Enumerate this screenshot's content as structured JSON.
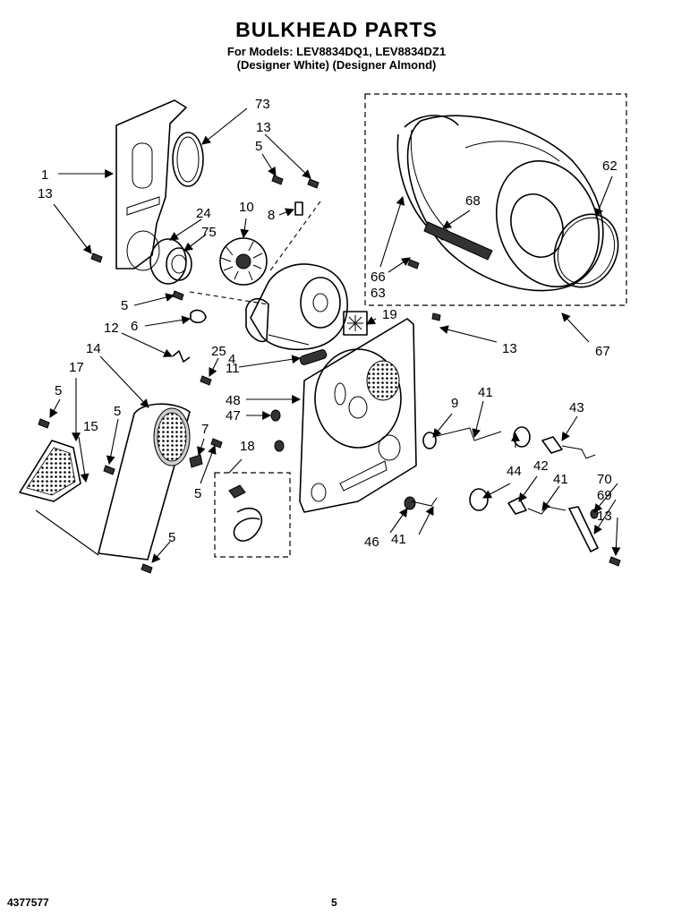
{
  "header": {
    "title": "BULKHEAD PARTS",
    "models_line": "For Models: LEV8834DQ1, LEV8834DZ1",
    "variants_line": "(Designer White)  (Designer Almond)"
  },
  "footer": {
    "doc_number": "4377577",
    "page_number": "5"
  },
  "callouts": [
    {
      "id": "c73",
      "label": "73"
    },
    {
      "id": "c13a",
      "label": "13"
    },
    {
      "id": "c5a",
      "label": "5"
    },
    {
      "id": "c1",
      "label": "1"
    },
    {
      "id": "c13b",
      "label": "13"
    },
    {
      "id": "c24",
      "label": "24"
    },
    {
      "id": "c10",
      "label": "10"
    },
    {
      "id": "c8",
      "label": "8"
    },
    {
      "id": "c75",
      "label": "75"
    },
    {
      "id": "c68",
      "label": "68"
    },
    {
      "id": "c62",
      "label": "62"
    },
    {
      "id": "c66",
      "label": "66"
    },
    {
      "id": "c63",
      "label": "63"
    },
    {
      "id": "c5b",
      "label": "5"
    },
    {
      "id": "c6",
      "label": "6"
    },
    {
      "id": "c19",
      "label": "19"
    },
    {
      "id": "c13c",
      "label": "13"
    },
    {
      "id": "c67",
      "label": "67"
    },
    {
      "id": "c12",
      "label": "12"
    },
    {
      "id": "c14",
      "label": "14"
    },
    {
      "id": "c25",
      "label": "25"
    },
    {
      "id": "c11",
      "label": "11"
    },
    {
      "id": "c4",
      "label": "4"
    },
    {
      "id": "c17",
      "label": "17"
    },
    {
      "id": "c48",
      "label": "48"
    },
    {
      "id": "c5c",
      "label": "5"
    },
    {
      "id": "c5d",
      "label": "5"
    },
    {
      "id": "c47",
      "label": "47"
    },
    {
      "id": "c41a",
      "label": "41"
    },
    {
      "id": "c9",
      "label": "9"
    },
    {
      "id": "c43",
      "label": "43"
    },
    {
      "id": "c15",
      "label": "15"
    },
    {
      "id": "c7",
      "label": "7"
    },
    {
      "id": "c18",
      "label": "18"
    },
    {
      "id": "c5e",
      "label": "5"
    },
    {
      "id": "c44",
      "label": "44"
    },
    {
      "id": "c42",
      "label": "42"
    },
    {
      "id": "c41b",
      "label": "41"
    },
    {
      "id": "c70",
      "label": "70"
    },
    {
      "id": "c69",
      "label": "69"
    },
    {
      "id": "c13d",
      "label": "13"
    },
    {
      "id": "c5f",
      "label": "5"
    },
    {
      "id": "c46",
      "label": "46"
    },
    {
      "id": "c41c",
      "label": "41"
    }
  ]
}
